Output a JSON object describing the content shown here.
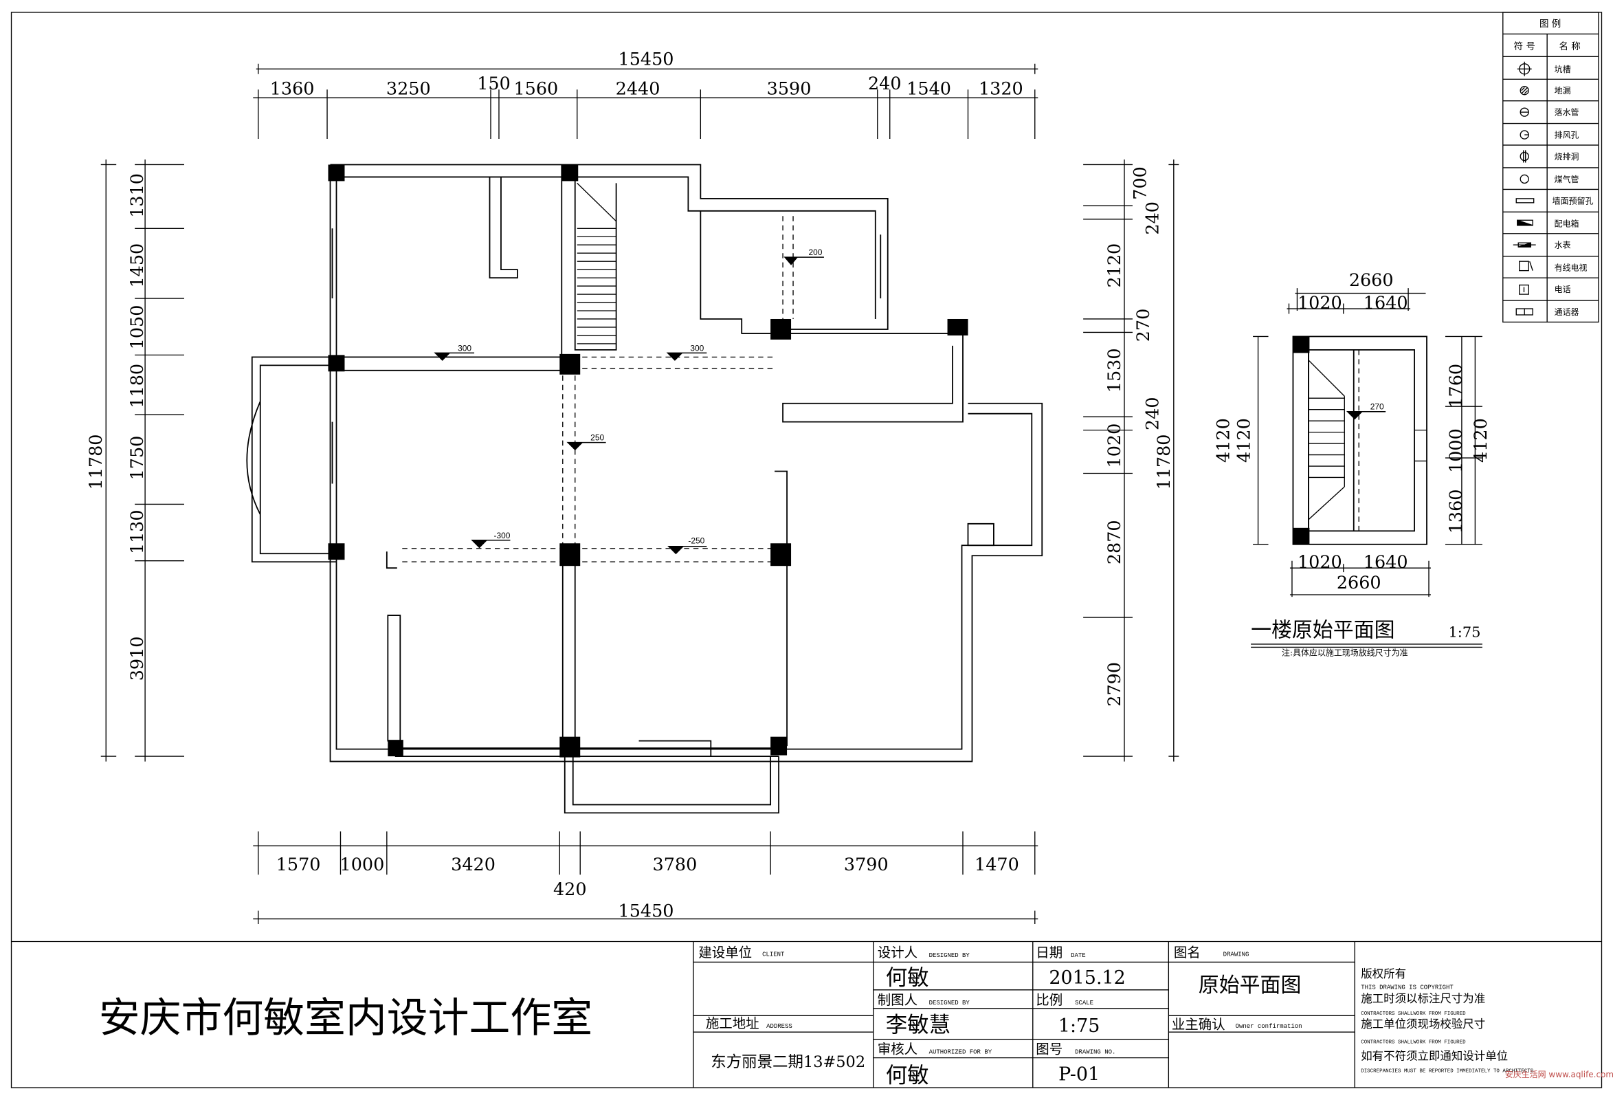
{
  "company": "安庆市何敏室内设计工作室",
  "main_plan": {
    "top_total": "15450",
    "top_dims": [
      "1360",
      "3250",
      "150",
      "1560",
      "2440",
      "3590",
      "240",
      "1540",
      "1320"
    ],
    "bottom_dims": [
      "1570",
      "1000",
      "3420",
      "3780",
      "3790",
      "1470"
    ],
    "bottom_extra": "420",
    "bottom_total": "15450",
    "left_total": "11780",
    "left_dims": [
      "1310",
      "1450",
      "1050",
      "1180",
      "1750",
      "1130",
      "3910"
    ],
    "right_dims": [
      "700",
      "240",
      "2120",
      "270",
      "1530",
      "240",
      "1020",
      "2870",
      "2790"
    ],
    "right_total": "11780",
    "levels": [
      "200",
      "300",
      "300",
      "250",
      "-300",
      "-250"
    ]
  },
  "stair_plan": {
    "top_total": "2660",
    "top_dims": [
      "1020",
      "1640"
    ],
    "bottom_dims": [
      "1020",
      "1640"
    ],
    "bottom_total": "2660",
    "left_dims": [
      "4120",
      "4120"
    ],
    "right_dims": [
      "1760",
      "1000",
      "1360"
    ],
    "right_total": "4120",
    "level": "270",
    "title": "一楼原始平面图",
    "scale": "1:75",
    "note": "注:具体应以施工现场放线尺寸为准"
  },
  "legend": {
    "title": "图 例",
    "col_symbol": "符 号",
    "col_name": "名 称",
    "items": [
      {
        "icon": "crosshair-circle",
        "name": "坑槽"
      },
      {
        "icon": "hatched-circle",
        "name": "地漏"
      },
      {
        "icon": "circle-line",
        "name": "落水管"
      },
      {
        "icon": "circle-half-line",
        "name": "排风孔"
      },
      {
        "icon": "circle-double-line",
        "name": "烧排洞"
      },
      {
        "icon": "circle",
        "name": "煤气管"
      },
      {
        "icon": "hatched-rect",
        "name": "墙面预留孔"
      },
      {
        "icon": "distribution-box",
        "name": "配电箱"
      },
      {
        "icon": "water-meter",
        "name": "水表"
      },
      {
        "icon": "tv-outlet",
        "name": "有线电视"
      },
      {
        "icon": "phone-outlet",
        "name": "电话"
      },
      {
        "icon": "intercom",
        "name": "通话器"
      }
    ]
  },
  "title_block": {
    "client_label": "建设单位",
    "client_en": "CLIENT",
    "address_label": "施工地址",
    "address_en": "ADDRESS",
    "address": "东方丽景二期13#502",
    "designer_label": "设计人",
    "designer_en": "DESIGNED BY",
    "designer": "何敏",
    "drafter_label": "制图人",
    "drafter_en": "DESIGNED BY",
    "drafter": "李敏慧",
    "reviewer_label": "审核人",
    "reviewer_en": "AUTHORIZED FOR BY",
    "reviewer": "何敏",
    "date_label": "日期",
    "date_en": "DATE",
    "date": "2015.12",
    "scale_label": "比例",
    "scale_en": "SCALE",
    "scale": "1:75",
    "drawing_no_label": "图号",
    "drawing_no_en": "DRAWING NO.",
    "drawing_no": "P-01",
    "drawing_label": "图名",
    "drawing_en": "DRAWING",
    "drawing": "原始平面图",
    "owner_label": "业主确认",
    "owner_en": "Owner confirmation",
    "copyright": [
      "版权所有",
      "THIS DRAWING IS COPYRIGHT",
      "施工时须以标注尺寸为准",
      "CONTRACTORS SHALLWORK FROM FIGURED",
      "施工单位须现场校验尺寸",
      "CONTRACTORS SHALLWORK FROM FIGURED",
      "如有不符须立即通知设计单位",
      "DISCREPANCIES MUST BE REPORTED IMMEDIATELY TO ARCHITECTS"
    ],
    "watermark": "安庆生活网 www.aqlife.com"
  }
}
